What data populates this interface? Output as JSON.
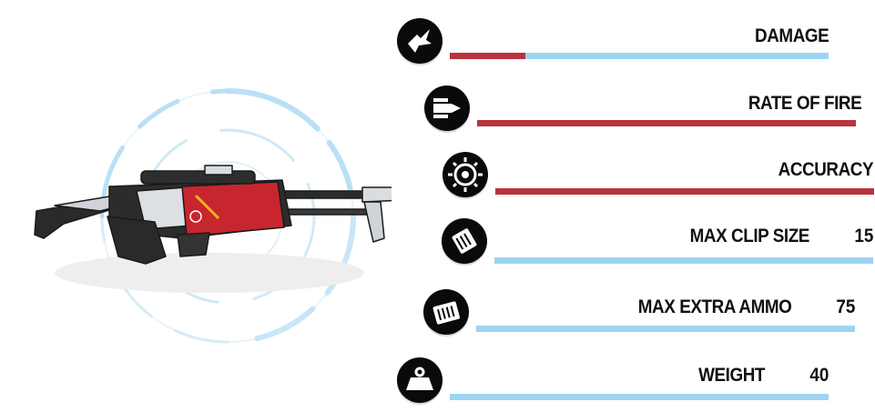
{
  "stats": [
    {
      "id": "damage",
      "label": "DAMAGE",
      "value": "",
      "fill": 0.2,
      "icon": "damage-icon"
    },
    {
      "id": "rate-of-fire",
      "label": "RATE OF FIRE",
      "value": "",
      "fill": 1.0,
      "icon": "rate-of-fire-icon"
    },
    {
      "id": "accuracy",
      "label": "ACCURACY",
      "value": "",
      "fill": 1.0,
      "icon": "accuracy-icon"
    },
    {
      "id": "max-clip-size",
      "label": "MAX CLIP SIZE",
      "value": "15",
      "fill": 0.0,
      "icon": "clip-icon"
    },
    {
      "id": "max-extra-ammo",
      "label": "MAX EXTRA AMMO",
      "value": "75",
      "fill": 0.0,
      "icon": "ammo-box-icon"
    },
    {
      "id": "weight",
      "label": "WEIGHT",
      "value": "40",
      "fill": 0.0,
      "icon": "weight-icon"
    }
  ],
  "colors": {
    "bar_base": "#9dd4f2",
    "bar_fill": "#b8343c",
    "icon_bg": "#0a0a0a"
  }
}
